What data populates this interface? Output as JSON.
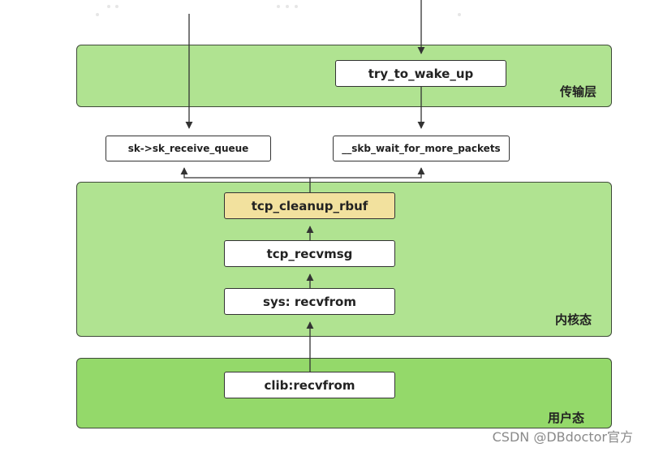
{
  "layers": {
    "transport": {
      "label": "传输层",
      "color": "#b0e391"
    },
    "kernel": {
      "label": "内核态",
      "color": "#b0e391"
    },
    "user": {
      "label": "用户态",
      "color": "#94d96a"
    }
  },
  "nodes": {
    "try_to_wake_up": "try_to_wake_up",
    "sk_receive_queue": "sk->sk_receive_queue",
    "skb_wait": "__skb_wait_for_more_packets",
    "tcp_cleanup_rbuf": "tcp_cleanup_rbuf",
    "tcp_recvmsg": "tcp_recvmsg",
    "sys_recvfrom": "sys: recvfrom",
    "clib_recvfrom": "clib:recvfrom"
  },
  "watermark": "CSDN @DBdoctor官方"
}
